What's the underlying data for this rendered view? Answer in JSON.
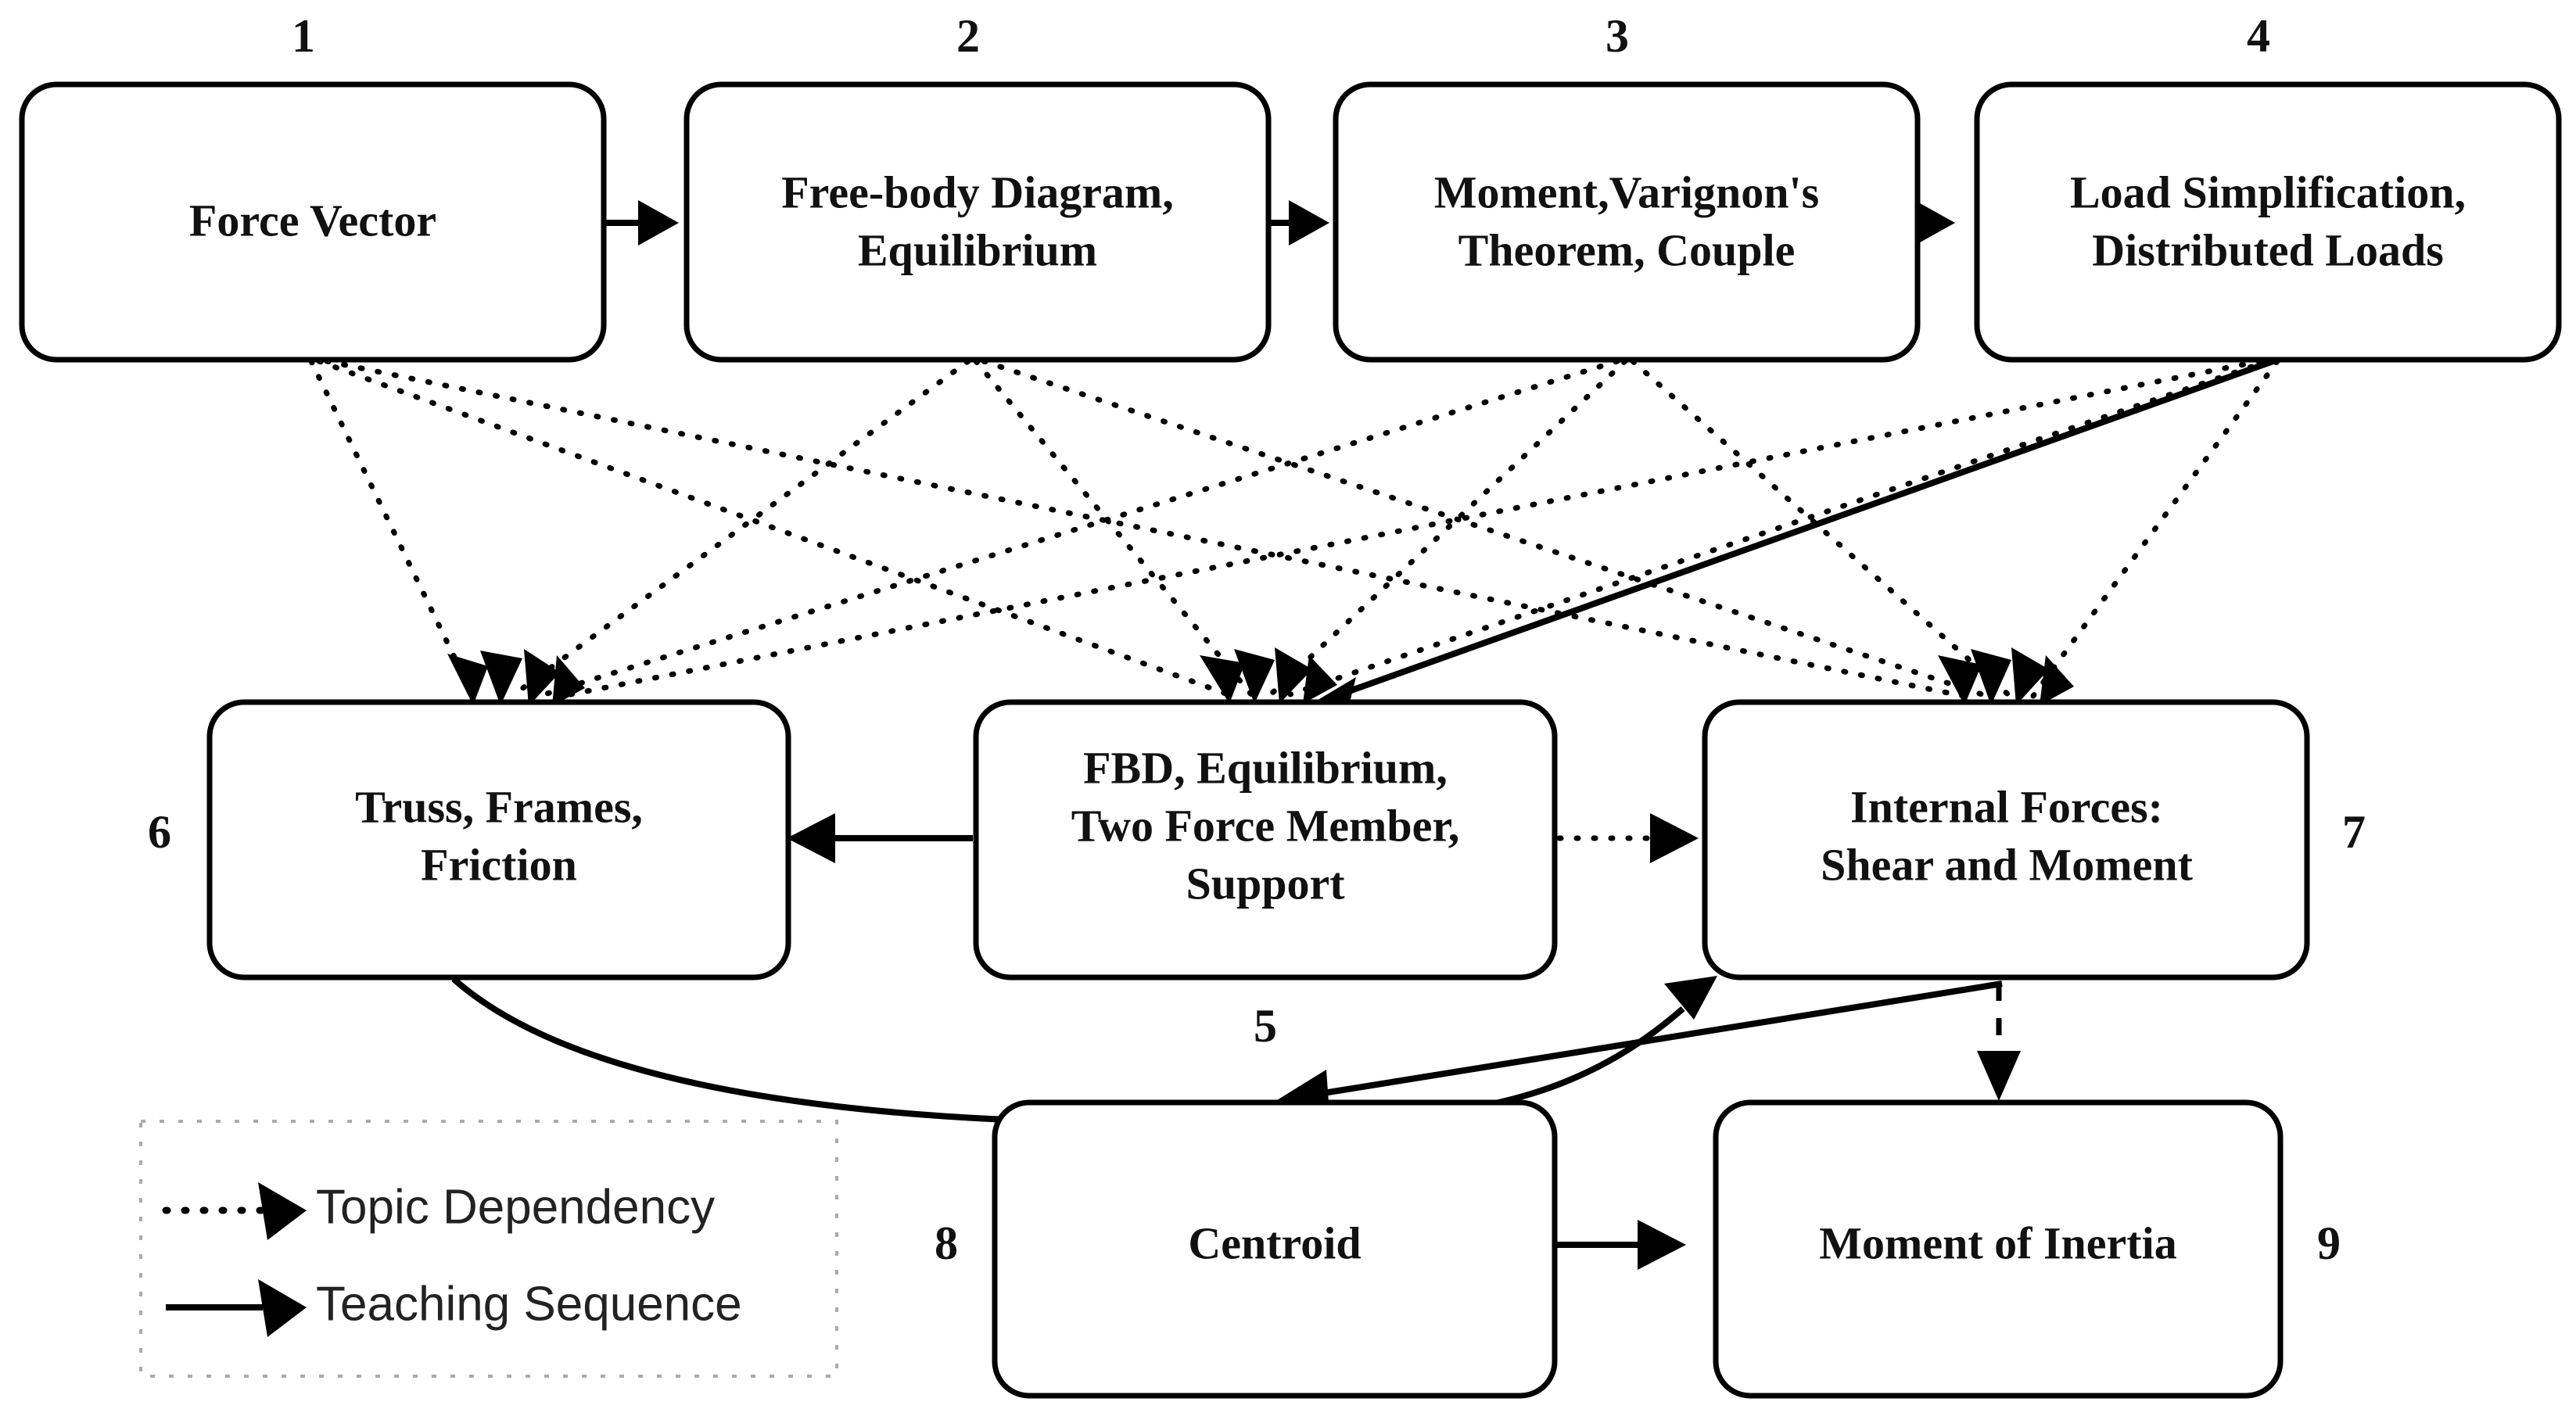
{
  "diagram": {
    "title_visible": false,
    "background_color": "#ffffff",
    "line_color": "#000000",
    "legend_border_color": "#aaaaaa"
  },
  "nodes": [
    {
      "id": 1,
      "index": "1",
      "index_position": "top",
      "lines": [
        "Force Vector"
      ]
    },
    {
      "id": 2,
      "index": "2",
      "index_position": "top",
      "lines": [
        "Free-body Diagram,",
        "Equilibrium"
      ]
    },
    {
      "id": 3,
      "index": "3",
      "index_position": "top",
      "lines": [
        "Moment,Varignon's",
        "Theorem, Couple"
      ]
    },
    {
      "id": 4,
      "index": "4",
      "index_position": "top",
      "lines": [
        "Load Simplification,",
        "Distributed Loads"
      ]
    },
    {
      "id": 5,
      "index": "5",
      "index_position": "bottom",
      "lines": [
        "FBD, Equilibrium,",
        "Two Force Member,",
        "Support"
      ]
    },
    {
      "id": 6,
      "index": "6",
      "index_position": "left",
      "lines": [
        "Truss, Frames,",
        "Friction"
      ]
    },
    {
      "id": 7,
      "index": "7",
      "index_position": "right",
      "lines": [
        "Internal Forces:",
        "Shear and Moment"
      ]
    },
    {
      "id": 8,
      "index": "8",
      "index_position": "left",
      "lines": [
        "Centroid"
      ]
    },
    {
      "id": 9,
      "index": "9",
      "index_position": "right",
      "lines": [
        "Moment of Inertia"
      ]
    }
  ],
  "legend": {
    "items": [
      {
        "key": "topic-dependency",
        "style": "dotted",
        "label": "Topic Dependency"
      },
      {
        "key": "teaching-sequence",
        "style": "solid",
        "label": "Teaching Sequence"
      }
    ]
  },
  "edges": {
    "teaching_sequence": [
      {
        "from": 1,
        "to": 2
      },
      {
        "from": 2,
        "to": 3
      },
      {
        "from": 3,
        "to": 4
      },
      {
        "from": 4,
        "to": 5
      },
      {
        "from": 5,
        "to": 6
      },
      {
        "from": 6,
        "to": 7
      },
      {
        "from": 7,
        "to": 8
      },
      {
        "from": 8,
        "to": 9
      }
    ],
    "topic_dependency": [
      {
        "from": 1,
        "to": 6
      },
      {
        "from": 1,
        "to": 5
      },
      {
        "from": 1,
        "to": 7
      },
      {
        "from": 2,
        "to": 6
      },
      {
        "from": 2,
        "to": 5
      },
      {
        "from": 2,
        "to": 7
      },
      {
        "from": 3,
        "to": 6
      },
      {
        "from": 3,
        "to": 5
      },
      {
        "from": 3,
        "to": 7
      },
      {
        "from": 4,
        "to": 6
      },
      {
        "from": 4,
        "to": 5
      },
      {
        "from": 4,
        "to": 7
      },
      {
        "from": 5,
        "to": 7
      },
      {
        "from": 7,
        "to": 9
      }
    ]
  }
}
